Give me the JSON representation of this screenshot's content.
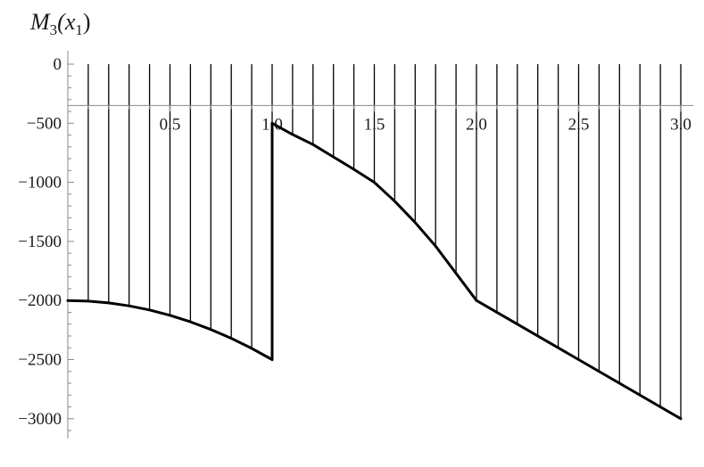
{
  "chart_data": {
    "type": "line",
    "title": "",
    "xlabel": "",
    "ylabel": "M3(x1)",
    "ylabel_parts": {
      "main": "M",
      "sub1": "3",
      "open": "(x",
      "sub2": "1",
      "close": ")"
    },
    "xlim": [
      0,
      3.0
    ],
    "ylim": [
      -3150,
      0
    ],
    "x_axis_at_y": -350,
    "x_ticks": [
      {
        "value": 0.5,
        "label": "0.5"
      },
      {
        "value": 1.0,
        "label": "1.0"
      },
      {
        "value": 1.5,
        "label": "1.5"
      },
      {
        "value": 2.0,
        "label": "2.0"
      },
      {
        "value": 2.5,
        "label": "2.5"
      },
      {
        "value": 3.0,
        "label": "3.0"
      }
    ],
    "y_ticks": [
      {
        "value": 0,
        "label": "0"
      },
      {
        "value": -500,
        "label": "−500"
      },
      {
        "value": -1000,
        "label": "−1000"
      },
      {
        "value": -1500,
        "label": "−1500"
      },
      {
        "value": -2000,
        "label": "−2000"
      },
      {
        "value": -2500,
        "label": "−2500"
      },
      {
        "value": -3000,
        "label": "−3000"
      }
    ],
    "grid": false,
    "fill_lines": "vertical hatch lines from y=0 to the curve",
    "hatch_x": [
      0.1,
      0.2,
      0.3,
      0.4,
      0.5,
      0.6,
      0.7,
      0.8,
      0.9,
      1.0,
      1.1,
      1.2,
      1.3,
      1.4,
      1.5,
      1.6,
      1.7,
      1.8,
      1.9,
      2.0,
      2.1,
      2.2,
      2.3,
      2.4,
      2.5,
      2.6,
      2.7,
      2.8,
      2.9,
      3.0
    ],
    "series": [
      {
        "x": [
          0,
          0.1,
          0.2,
          0.3,
          0.4,
          0.5,
          0.6,
          0.7,
          0.8,
          0.9,
          1.0
        ],
        "y": [
          -2000,
          -2005,
          -2020,
          -2045,
          -2080,
          -2125,
          -2180,
          -2245,
          -2320,
          -2405,
          -2500
        ]
      },
      {
        "x": [
          1.0,
          1.0
        ],
        "y": [
          -2500,
          -500
        ]
      },
      {
        "x": [
          1.0,
          1.1,
          1.2,
          1.3,
          1.4,
          1.5,
          1.6,
          1.7,
          1.8,
          1.9,
          2.0
        ],
        "y": [
          -500,
          -595,
          -680,
          -785,
          -890,
          -1000,
          -1160,
          -1340,
          -1540,
          -1770,
          -2000
        ]
      },
      {
        "x": [
          2.0,
          3.0
        ],
        "y": [
          -2000,
          -3000
        ]
      }
    ],
    "colors": {
      "line": "#000000",
      "axis": "#888888",
      "hatch": "#000000"
    }
  }
}
